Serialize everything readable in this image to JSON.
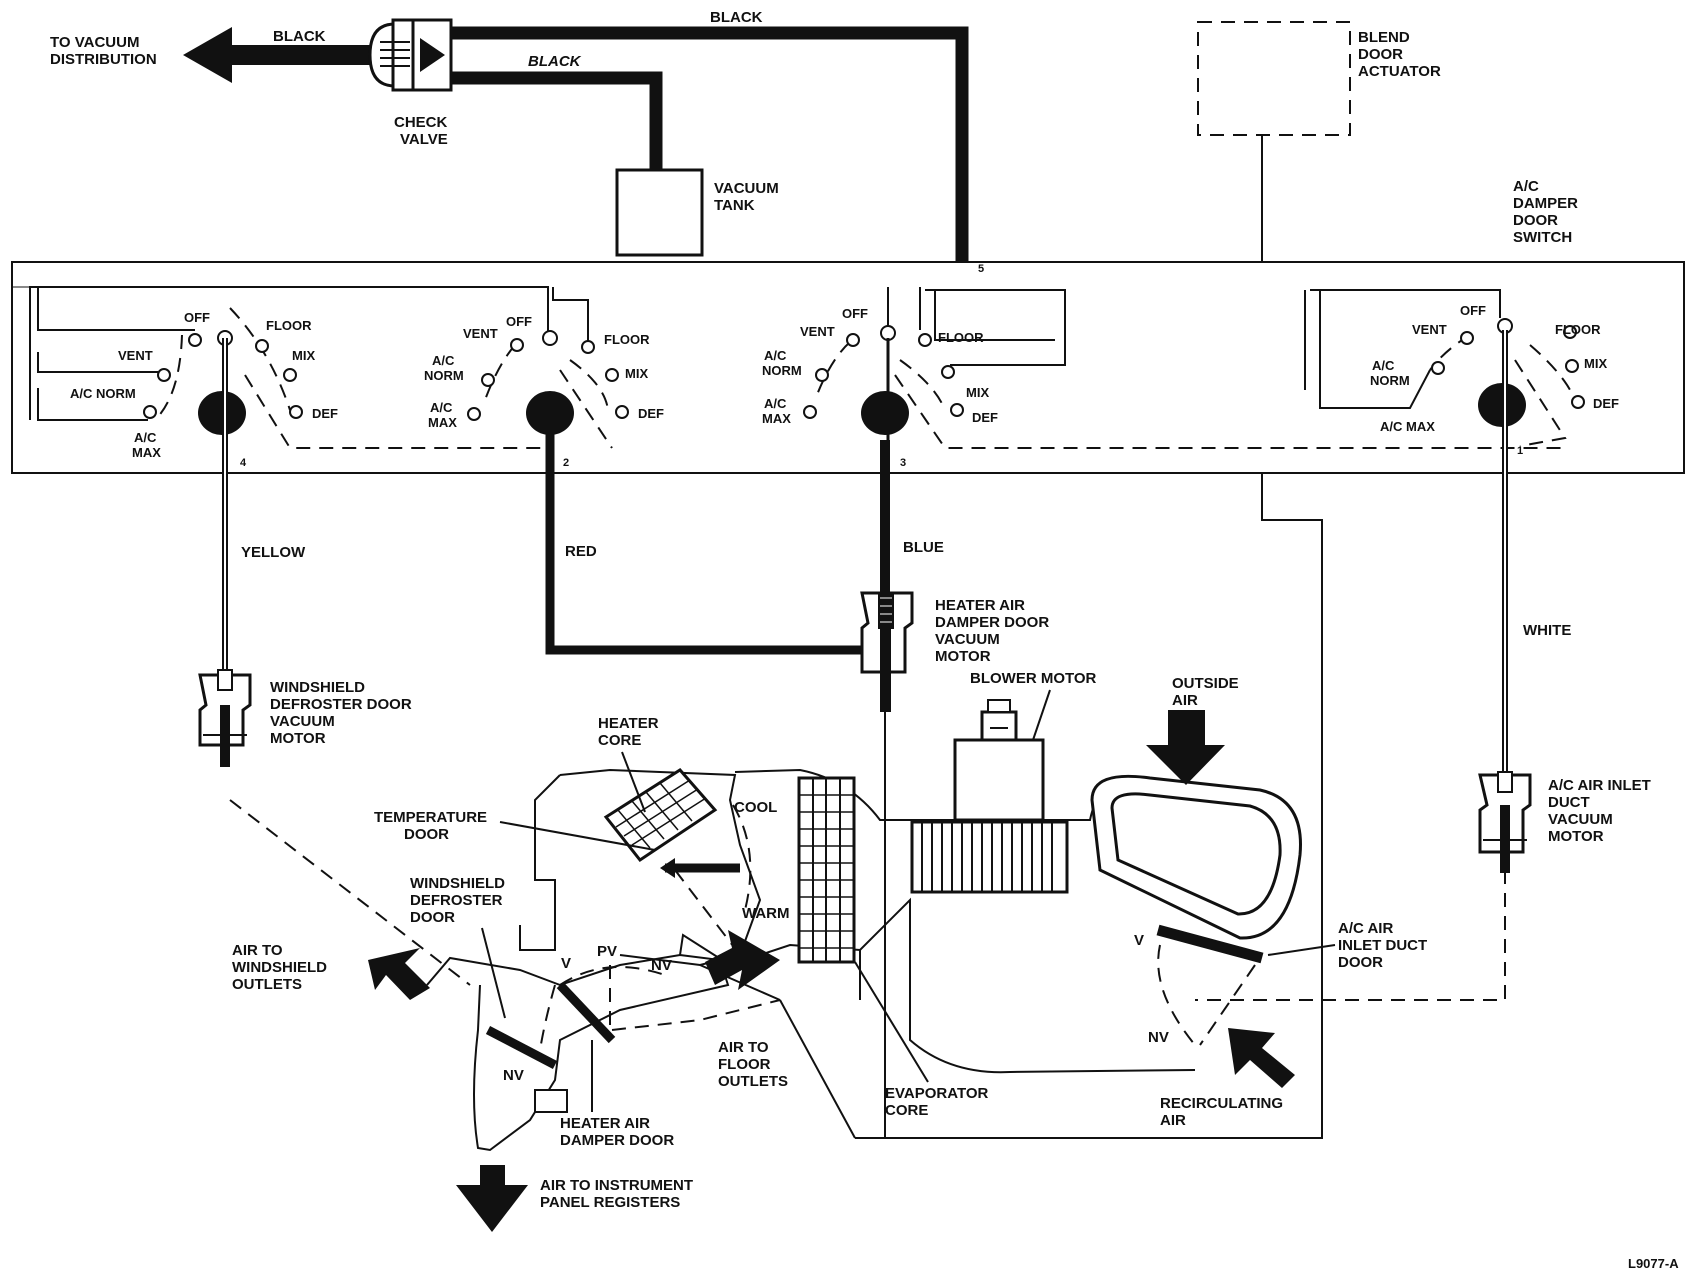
{
  "vacuum": {
    "to_vacuum_distribution": [
      "TO VACUUM",
      "DISTRIBUTION"
    ],
    "black_1": "BLACK",
    "black_2": "BLACK",
    "black_3": "BLACK",
    "check_valve": [
      "CHECK",
      "VALVE"
    ],
    "vacuum_tank": [
      "VACUUM",
      "TANK"
    ]
  },
  "blend_door_actuator": [
    "BLEND",
    "DOOR",
    "ACTUATOR"
  ],
  "ac_damper_door_switch": [
    "A/C",
    "DAMPER",
    "DOOR",
    "SWITCH"
  ],
  "switch_positions": {
    "off": "OFF",
    "floor": "FLOOR",
    "vent": "VENT",
    "mix": "MIX",
    "def": "DEF",
    "ac_norm": "A/C NORM",
    "ac_norm_stacked": [
      "A/C",
      "NORM"
    ],
    "ac_max_stacked": [
      "A/C",
      "MAX"
    ],
    "ac_max": "A/C MAX"
  },
  "port_numbers": [
    "4",
    "2",
    "3",
    "1",
    "5"
  ],
  "hose_colors": {
    "yellow": "YELLOW",
    "red": "RED",
    "blue": "BLUE",
    "white": "WHITE"
  },
  "components": {
    "windshield_defroster_door_vacuum_motor": [
      "WINDSHIELD",
      "DEFROSTER DOOR",
      "VACUUM",
      "MOTOR"
    ],
    "heater_air_damper_door_vacuum_motor": [
      "HEATER AIR",
      "DAMPER DOOR",
      "VACUUM",
      "MOTOR"
    ],
    "ac_air_inlet_duct_vacuum_motor": [
      "A/C AIR INLET",
      "DUCT",
      "VACUUM",
      "MOTOR"
    ],
    "blower_motor": "BLOWER MOTOR",
    "outside_air": [
      "OUTSIDE",
      "AIR"
    ],
    "heater_core": [
      "HEATER",
      "CORE"
    ],
    "temperature_door": [
      "TEMPERATURE",
      "DOOR"
    ],
    "cool": "COOL",
    "warm": "WARM",
    "windshield_defroster_door": [
      "WINDSHIELD",
      "DEFROSTER",
      "DOOR"
    ],
    "air_to_windshield_outlets": [
      "AIR TO",
      "WINDSHIELD",
      "OUTLETS"
    ],
    "v": "V",
    "pv": "PV",
    "nv": "NV",
    "air_to_floor_outlets": [
      "AIR TO",
      "FLOOR",
      "OUTLETS"
    ],
    "heater_air_damper_door": [
      "HEATER AIR",
      "DAMPER DOOR"
    ],
    "air_to_instrument_panel_registers": [
      "AIR TO INSTRUMENT",
      "PANEL REGISTERS"
    ],
    "evaporator_core": [
      "EVAPORATOR",
      "CORE"
    ],
    "recirculating_air": [
      "RECIRCULATING",
      "AIR"
    ],
    "ac_air_inlet_duct_door": [
      "A/C AIR",
      "INLET DUCT",
      "DOOR"
    ]
  },
  "figure_code": "L9077-A"
}
